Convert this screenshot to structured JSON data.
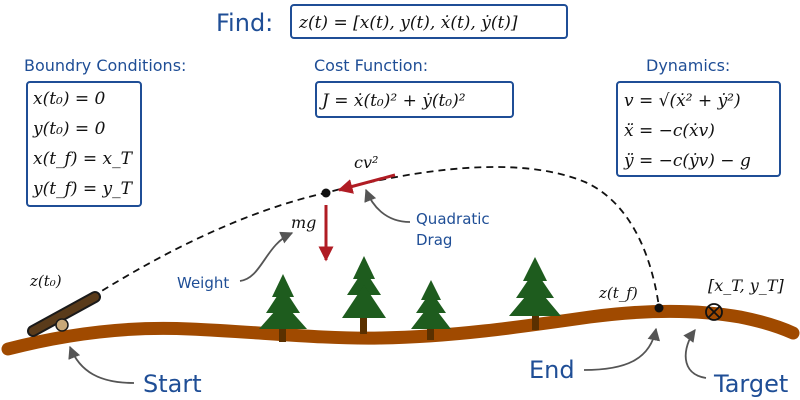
{
  "header": {
    "find_label": "Find:",
    "find_expr": "z(t) = [x(t), y(t), ẋ(t), ẏ(t)]"
  },
  "boundary": {
    "title": "Boundry Conditions:",
    "lines": [
      "x(t₀) = 0",
      "y(t₀) = 0",
      "x(t_f) = x_T",
      "y(t_f) = y_T"
    ]
  },
  "cost": {
    "title": "Cost Function:",
    "expr": "J = ẋ(t₀)² + ẏ(t₀)²"
  },
  "dynamics": {
    "title": "Dynamics:",
    "lines": [
      "v = √(ẋ² + ẏ²)",
      "ẍ = −c(ẋv)",
      "ÿ = −c(ẏv) − g"
    ]
  },
  "labels": {
    "z0": "z(t₀)",
    "zf": "z(t_f)",
    "target_coords": "[x_T, y_T]",
    "drag_force": "cv²",
    "gravity_force": "mg",
    "quadratic_drag": [
      "Quadratic",
      "Drag"
    ],
    "weight": "Weight",
    "start": "Start",
    "end": "End",
    "target": "Target"
  },
  "colors": {
    "accent_blue": "#1f4e96",
    "ground": "#a04a00",
    "tree": "#1e5c1e",
    "trunk": "#5a3000",
    "force_arrow": "#b01c24",
    "cannon": "#5a3b1a"
  }
}
